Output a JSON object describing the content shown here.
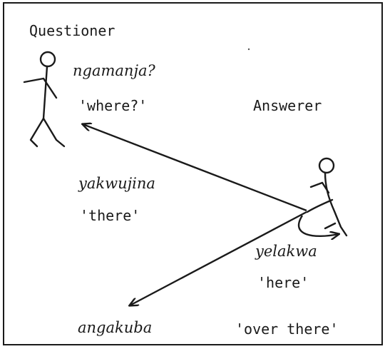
{
  "labels": {
    "questioner": "Questioner",
    "answerer": "Answerer"
  },
  "words": {
    "ngamanja": "ngamanja?",
    "where": "'where?'",
    "yakwujina": "yakwujina",
    "there": "'there'",
    "yelakwa": "yelakwa",
    "here": "'here'",
    "angakuba": "angakuba",
    "over_there": "'over there'"
  }
}
